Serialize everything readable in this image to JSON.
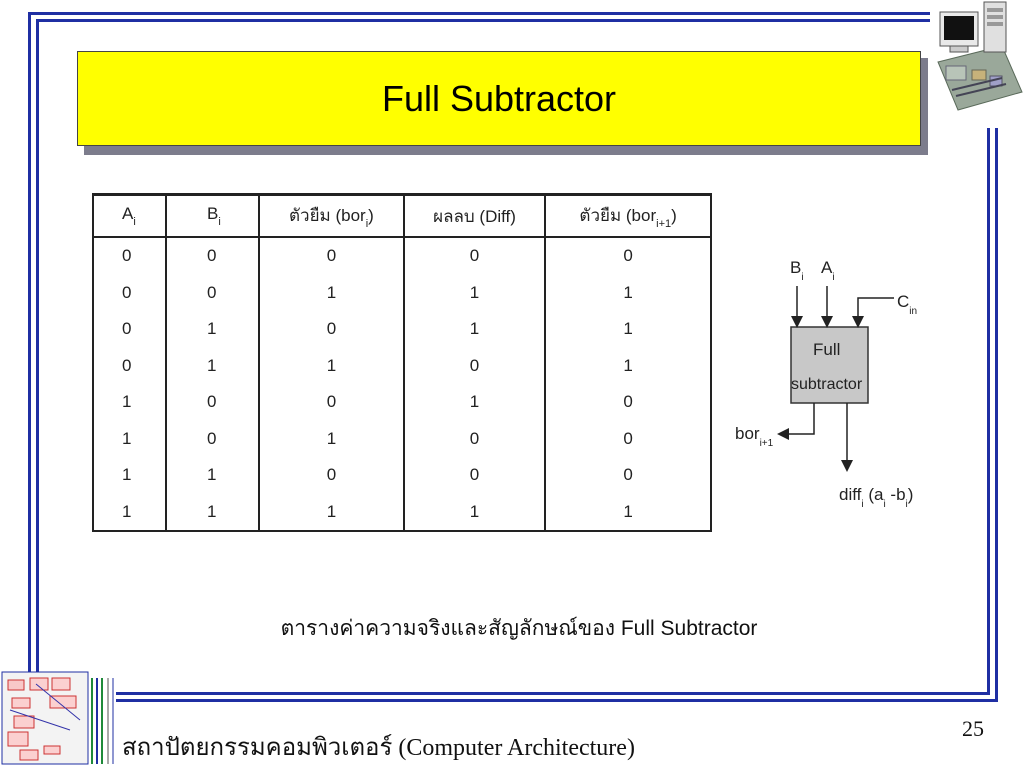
{
  "slide": {
    "title": "Full Subtractor",
    "caption": "ตารางค่าความจริงและสัญลักษณ์ของ Full Subtractor",
    "footer": "สถาปัตยกรรมคอมพิวเตอร์ (Computer Architecture)",
    "page_number": "25"
  },
  "table": {
    "headers": [
      {
        "main": "A",
        "sub": "i",
        "tail": ""
      },
      {
        "main": "B",
        "sub": "i",
        "tail": ""
      },
      {
        "main": "ตัวยืม (bor",
        "sub": "i",
        "tail": ")"
      },
      {
        "main": "ผลลบ (Diff)",
        "sub": "",
        "tail": ""
      },
      {
        "main": "ตัวยืม (bor",
        "sub": "i+1",
        "tail": ")"
      }
    ],
    "rows": [
      [
        "0",
        "0",
        "0",
        "0",
        "0"
      ],
      [
        "0",
        "0",
        "1",
        "1",
        "1"
      ],
      [
        "0",
        "1",
        "0",
        "1",
        "1"
      ],
      [
        "0",
        "1",
        "1",
        "0",
        "1"
      ],
      [
        "1",
        "0",
        "0",
        "1",
        "0"
      ],
      [
        "1",
        "0",
        "1",
        "0",
        "0"
      ],
      [
        "1",
        "1",
        "0",
        "0",
        "0"
      ],
      [
        "1",
        "1",
        "1",
        "1",
        "1"
      ]
    ]
  },
  "diagram": {
    "box_line1": "Full",
    "box_line2": "subtractor",
    "input_b": "B",
    "input_b_sub": "i",
    "input_a": "A",
    "input_a_sub": "i",
    "input_c": "C",
    "input_c_sub": "in",
    "out_bor": "bor",
    "out_bor_sub": "i+1",
    "out_diff_1": "diff",
    "out_diff_1_sub": "i",
    "out_diff_2": " (a",
    "out_diff_2_sub": "i",
    "out_diff_3": " -b",
    "out_diff_3_sub": "i",
    "out_diff_4": ")"
  }
}
